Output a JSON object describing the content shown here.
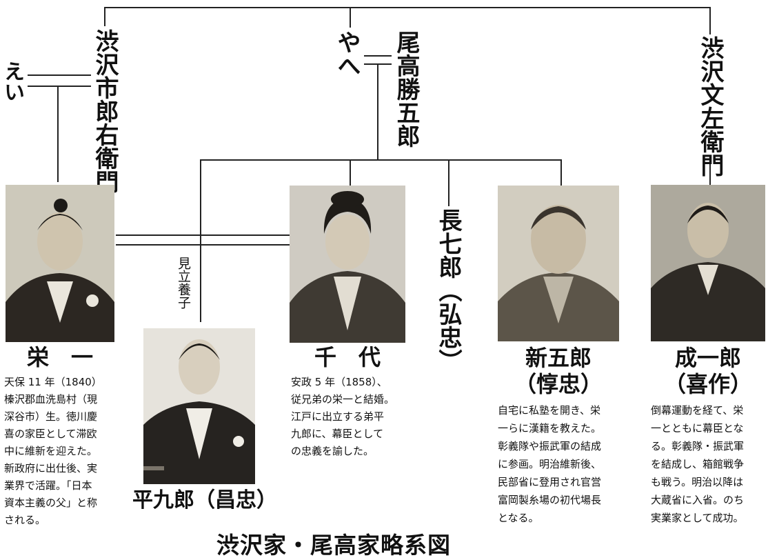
{
  "title": "渋沢家・尾高家略系図",
  "labels": {
    "ei": "えい",
    "ichiroemon": "渋沢市郎右衛門",
    "yahe": "やへ",
    "odaka_katsugoro": "尾高勝五郎",
    "bunzaemon": "渋沢文左衛門",
    "choshichiro": "長七郎（弘忠）",
    "adoption": "見立養子"
  },
  "people": [
    {
      "id": "eiichi",
      "name": "栄　一",
      "bio": [
        "天保 11 年（1840）",
        "榛沢郡血洗島村（現",
        "深谷市）生。徳川慶",
        "喜の家臣として滞欧",
        "中に維新を迎えた。",
        "新政府に出仕後、実",
        "業界で活躍。「日本",
        "資本主義の父」と称",
        "される。"
      ]
    },
    {
      "id": "heikuro",
      "name": "平九郎（昌忠）",
      "bio": []
    },
    {
      "id": "chiyo",
      "name": "千　代",
      "bio": [
        "安政 5 年（1858）、",
        "従兄弟の栄一と結婚。",
        "江戸に出立する弟平",
        "九郎に、幕臣として",
        "の忠義を諭した。"
      ]
    },
    {
      "id": "shingoro",
      "name_lines": [
        "新五郎",
        "（惇忠）"
      ],
      "bio": [
        "自宅に私塾を開き、栄",
        "一らに漢籍を教えた。",
        "彰義隊や振武軍の結成",
        "に参画。明治維新後、",
        "民部省に登用され官営",
        "富岡製糸場の初代場長",
        "となる。"
      ]
    },
    {
      "id": "seiichiro",
      "name_lines": [
        "成一郎",
        "（喜作）"
      ],
      "bio": [
        "倒幕運動を経て、栄",
        "一とともに幕臣とな",
        "る。彰義隊・振武軍",
        "を結成し、箱館戦争",
        "も戦う。明治以降は",
        "大蔵省に入省。のち",
        "実業家として成功。"
      ]
    }
  ]
}
